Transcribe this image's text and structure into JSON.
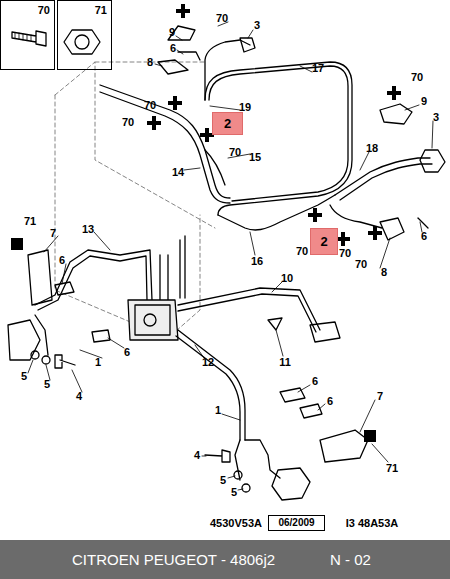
{
  "diagram": {
    "nodes": [
      {
        "text": [
          "70"
        ]
      },
      {
        "text": [
          "71"
        ]
      },
      {
        "text": [
          "2"
        ]
      },
      {
        "text": [
          "2"
        ]
      },
      {
        "text": [
          "06/2009"
        ]
      },
      {
        "text": [
          "CITROEN PEUGEOT - 4806j2",
          "N - 02"
        ]
      }
    ],
    "labels": [
      "9",
      "70",
      "3",
      "6",
      "8",
      "17",
      "70",
      "9",
      "70",
      "19",
      "70",
      "3",
      "70",
      "15",
      "14",
      "18",
      "70",
      "70",
      "6",
      "70",
      "16",
      "8",
      "71",
      "7",
      "13",
      "6",
      "10",
      "1",
      "6",
      "12",
      "11",
      "5",
      "5",
      "4",
      "6",
      "7",
      "6",
      "1",
      "4",
      "71",
      "5",
      "5",
      "4530V53A",
      "I3 48A53A"
    ]
  }
}
